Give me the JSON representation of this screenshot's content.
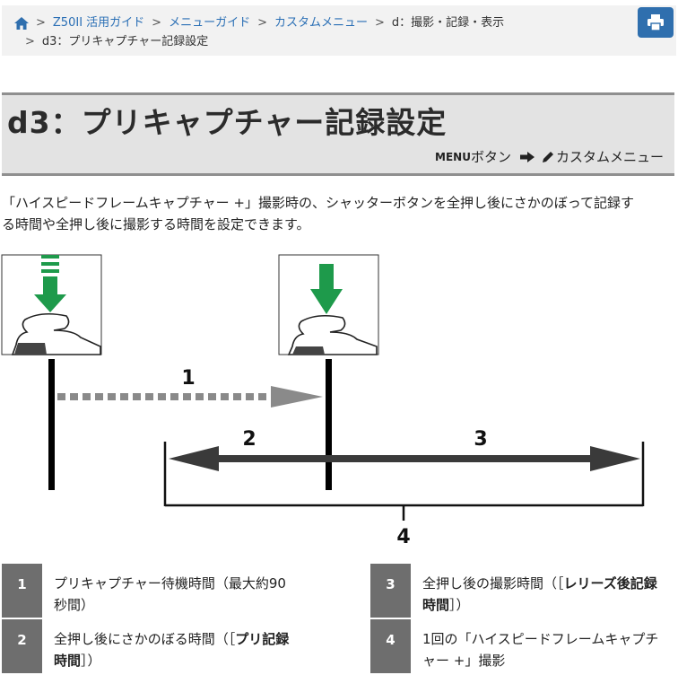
{
  "breadcrumb": {
    "items": [
      "Z50II 活用ガイド",
      "メニューガイド",
      "カスタムメニュー",
      "d：撮影・記録・表示"
    ],
    "current": "d3：プリキャプチャー記録設定",
    "separator": ">"
  },
  "title": "d3：プリキャプチャー記録設定",
  "menu_path": {
    "button": "MENU",
    "button_suffix": "ボタン",
    "target": "カスタムメニュー"
  },
  "intro": {
    "line1": "「ハイスピードフレームキャプチャー +」撮影時の、シャッターボタンを全押し後にさかのぼって記録す",
    "line2": "る時間や全押し後に撮影する時間を設定できます。"
  },
  "diagram": {
    "labels": [
      "1",
      "2",
      "3",
      "4"
    ]
  },
  "legend": [
    {
      "num": "1",
      "line1": "プリキャプチャー待機時間（最大約90",
      "line2": "秒間）"
    },
    {
      "num": "3",
      "line1_pre": "全押し後の撮影時間（［",
      "line1_bold": "レリーズ後記録",
      "line2_bold": "時間",
      "line2_post": "］）"
    },
    {
      "num": "2",
      "line1_pre": "全押し後にさかのぼる時間（［",
      "line1_bold": "プリ記録",
      "line2_bold": "時間",
      "line2_post": "］）"
    },
    {
      "num": "4",
      "line1": "1回の「ハイスピードフレームキャプチ",
      "line2": "ャー +」撮影"
    }
  ],
  "colors": {
    "accent_blue": "#2f6fae",
    "link": "#2a6fb5",
    "arrow_green": "#1e9a4b",
    "legend_num_bg": "#6e6e6e"
  },
  "icons": [
    "home-icon",
    "print-icon",
    "arrow-right-icon",
    "pencil-icon"
  ]
}
